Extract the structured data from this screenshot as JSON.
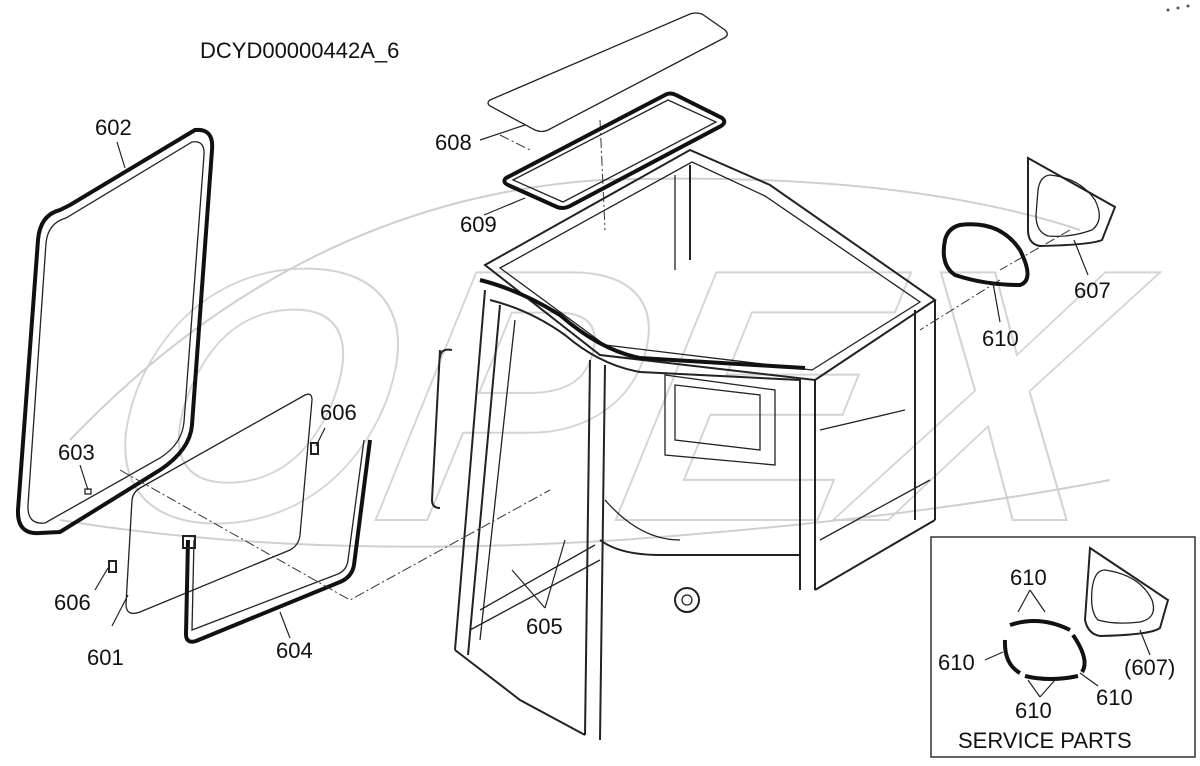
{
  "drawing": {
    "code": "DCYD00000442A_6",
    "watermark": "OPEX"
  },
  "callouts": {
    "c602": "602",
    "c603": "603",
    "c601": "601",
    "c604": "604",
    "c605": "605",
    "c606a": "606",
    "c606b": "606",
    "c607": "607",
    "c608": "608",
    "c609": "609",
    "c610": "610"
  },
  "service_box": {
    "title": "SERVICE PARTS",
    "label_top": "610",
    "label_left": "610",
    "label_right": "610",
    "label_bottom": "610",
    "label_ref": "(607)"
  }
}
